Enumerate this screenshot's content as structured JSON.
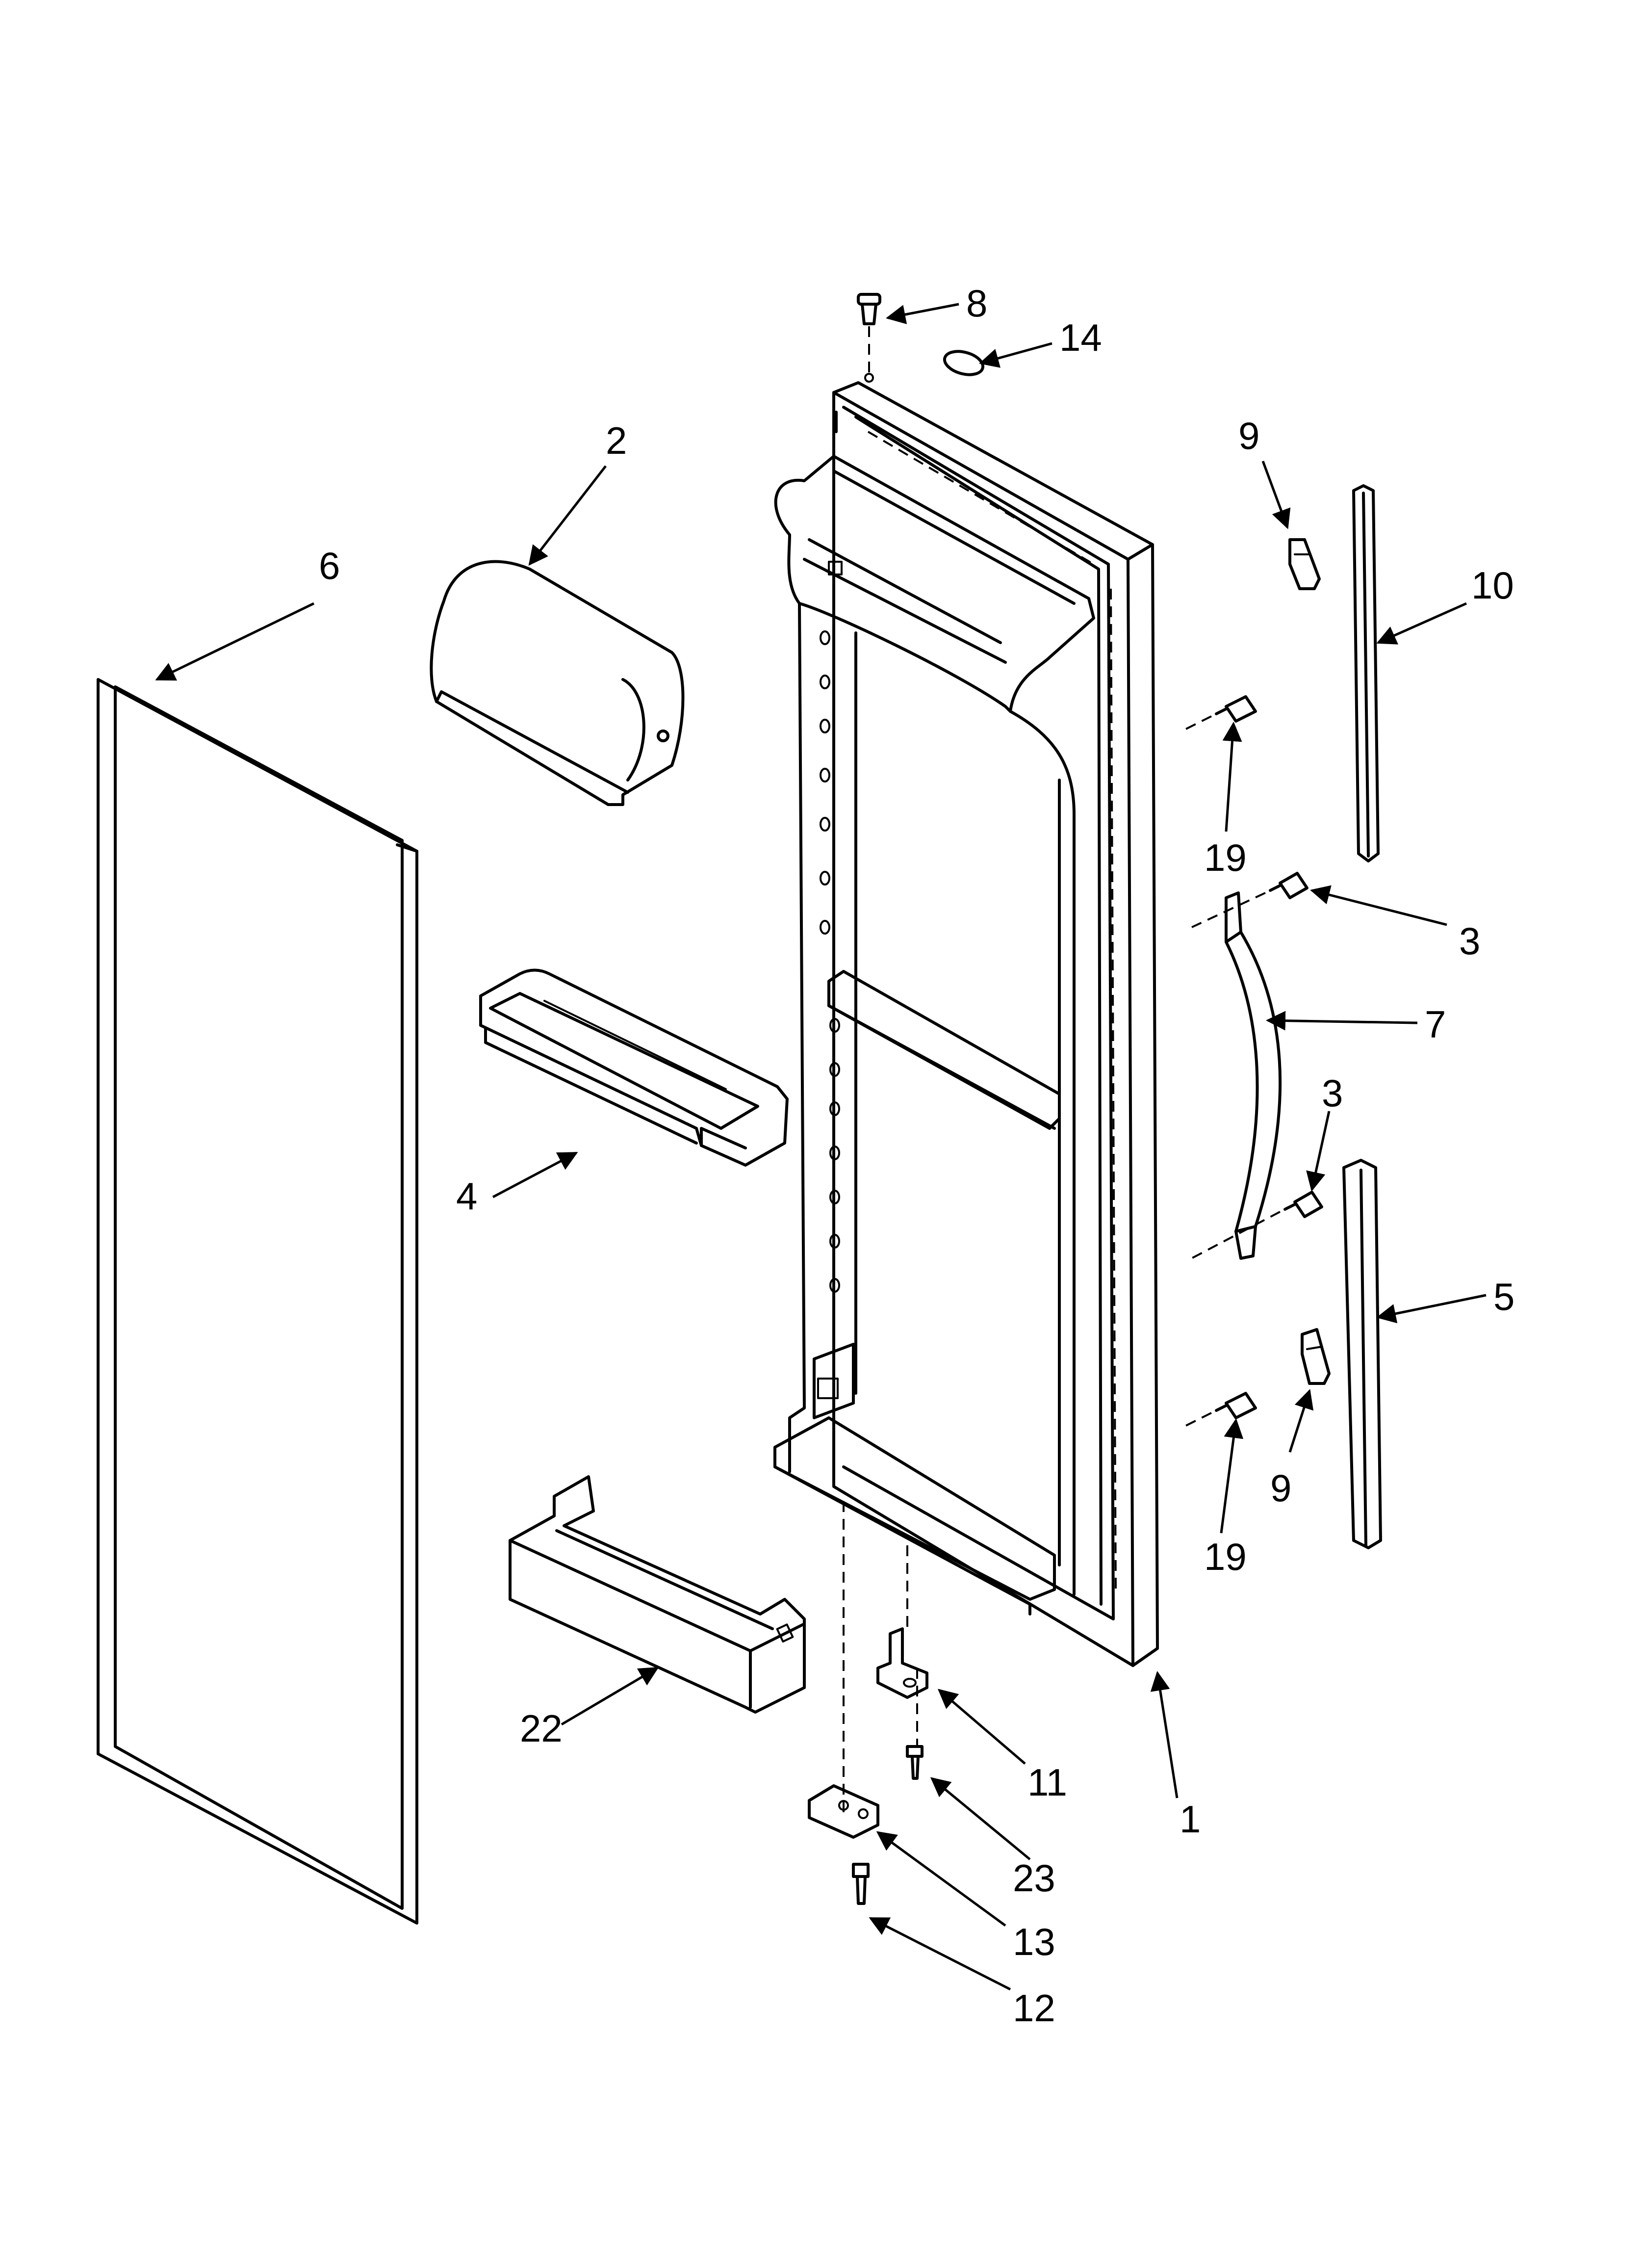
{
  "diagram": {
    "callouts": {
      "c1": "1",
      "c2": "2",
      "c3a": "3",
      "c3b": "3",
      "c4": "4",
      "c5": "5",
      "c6": "6",
      "c7": "7",
      "c8": "8",
      "c9a": "9",
      "c9b": "9",
      "c10": "10",
      "c11": "11",
      "c12": "12",
      "c13": "13",
      "c14": "14",
      "c19a": "19",
      "c19b": "19",
      "c22": "22",
      "c23": "23"
    },
    "colors": {
      "line": "#000000",
      "background": "#ffffff"
    }
  }
}
